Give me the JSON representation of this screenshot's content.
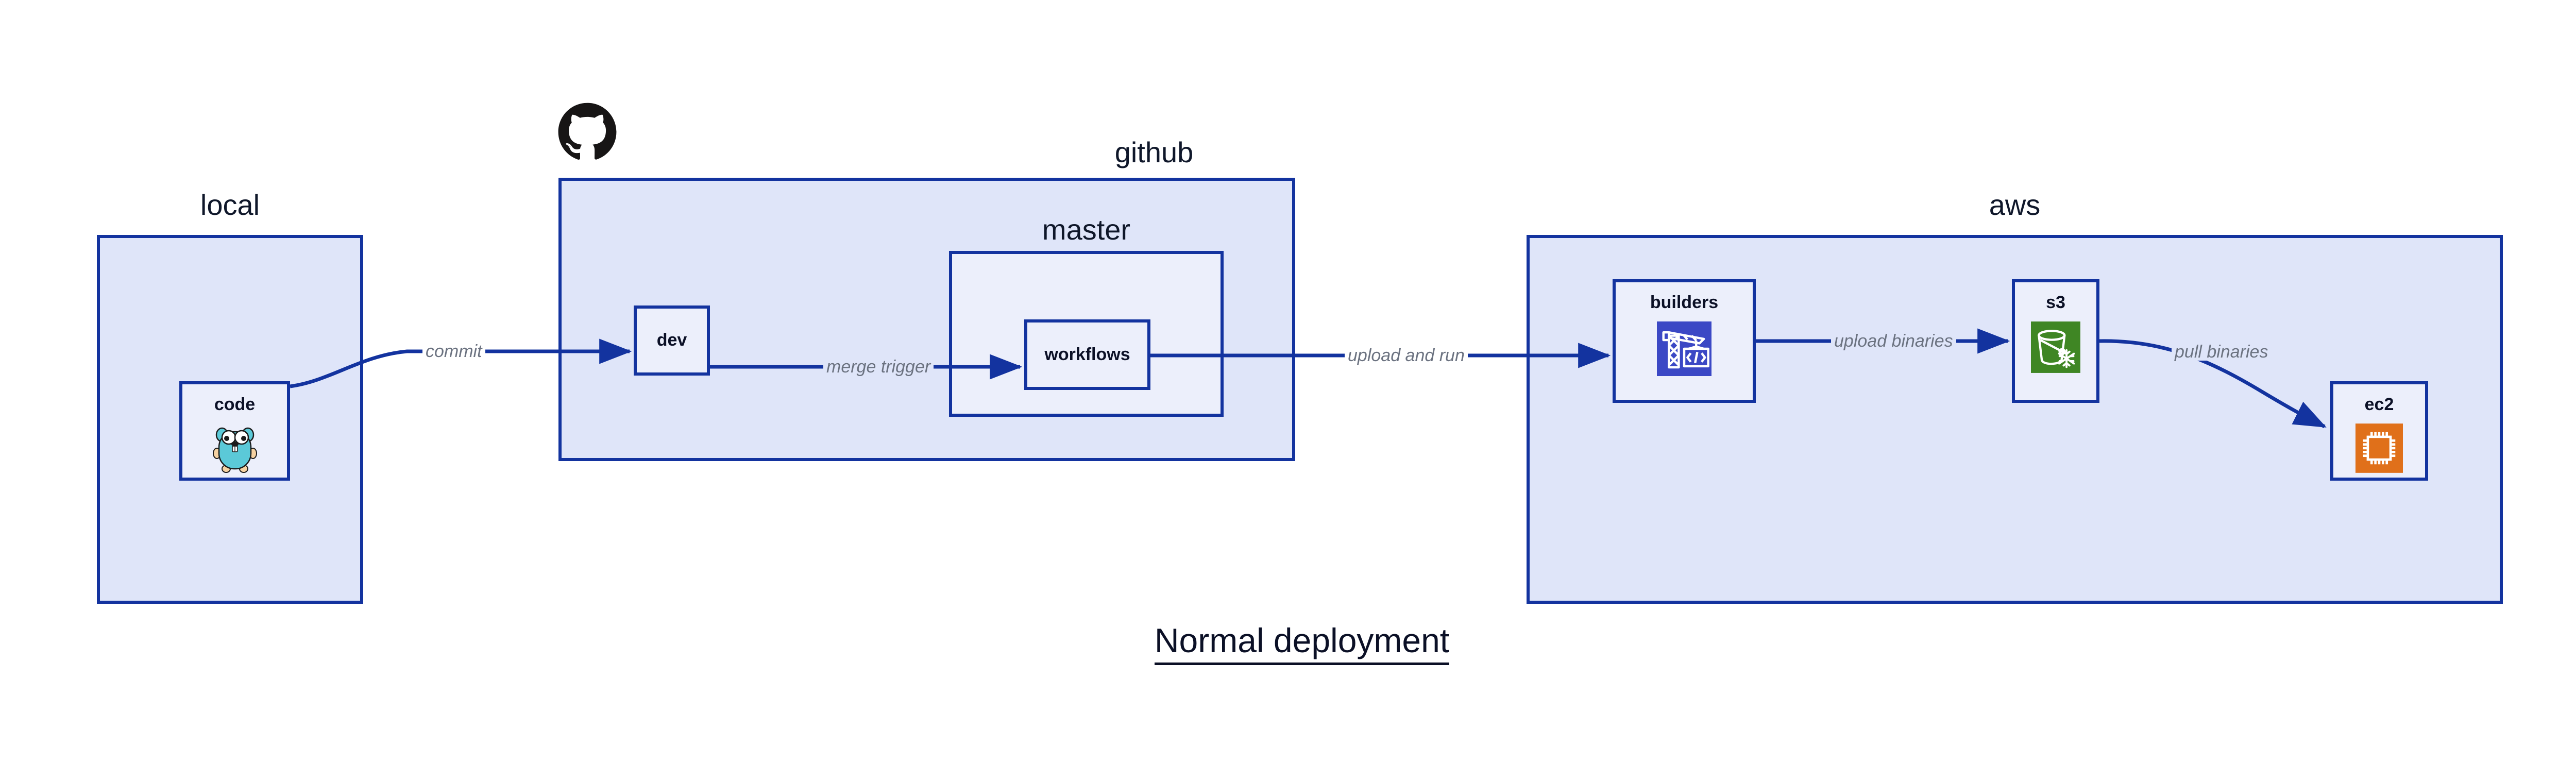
{
  "diagram": {
    "caption": "Normal deployment",
    "accent_color": "#13339f",
    "group_fill": "#dfe5f9",
    "node_fill": "#eceffb",
    "label_color": "#6b7280",
    "text_color": "#0b1026"
  },
  "groups": [
    {
      "id": "local",
      "label": "local"
    },
    {
      "id": "github",
      "label": "github"
    },
    {
      "id": "master",
      "label": "master"
    },
    {
      "id": "aws",
      "label": "aws"
    }
  ],
  "nodes": [
    {
      "id": "code",
      "label": "code",
      "icon": "go-gopher-icon"
    },
    {
      "id": "dev",
      "label": "dev",
      "icon": null
    },
    {
      "id": "workflows",
      "label": "workflows",
      "icon": null
    },
    {
      "id": "builders",
      "label": "builders",
      "icon": "crane-code-icon",
      "icon_color": "#3b48c5"
    },
    {
      "id": "s3",
      "label": "s3",
      "icon": "s3-bucket-icon",
      "icon_color": "#3f8624"
    },
    {
      "id": "ec2",
      "label": "ec2",
      "icon": "cpu-chip-icon",
      "icon_color": "#e0701a"
    }
  ],
  "edges": [
    {
      "id": "commit",
      "label": "commit",
      "from": "code",
      "to": "dev"
    },
    {
      "id": "merge-trigger",
      "label": "merge trigger",
      "from": "dev",
      "to": "workflows"
    },
    {
      "id": "upload-and-run",
      "label": "upload and run",
      "from": "workflows",
      "to": "builders"
    },
    {
      "id": "upload-binaries",
      "label": "upload binaries",
      "from": "builders",
      "to": "s3"
    },
    {
      "id": "pull-binaries",
      "label": "pull binaries",
      "from": "s3",
      "to": "ec2"
    }
  ],
  "logos": [
    {
      "id": "github-octocat",
      "name": "github-logo"
    }
  ]
}
